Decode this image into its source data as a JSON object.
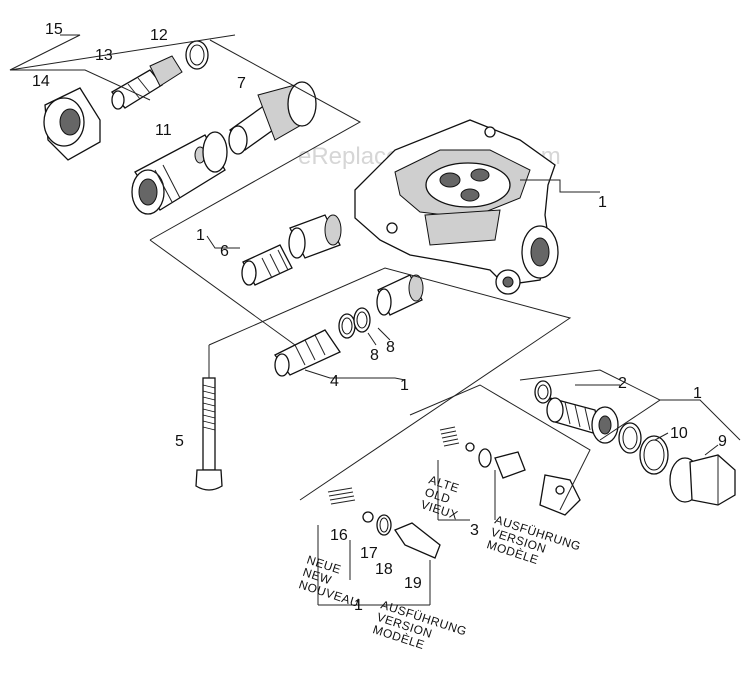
{
  "watermark": "eReplacementParts.com",
  "part_labels": {
    "p15": "15",
    "p12": "12",
    "p13": "13",
    "p14": "14",
    "p7": "7",
    "p11": "11",
    "p1a": "1",
    "p1b": "1",
    "p6": "6",
    "p8a": "8",
    "p8b": "8",
    "p4": "4",
    "p1c": "1",
    "p5": "5",
    "p2": "2",
    "p1d": "1",
    "p10": "10",
    "p9": "9",
    "p16": "16",
    "p17": "17",
    "p18": "18",
    "p19": "19",
    "p3": "3",
    "p1e": "1"
  },
  "old_version": {
    "variant_lines": [
      "ALTE",
      "OLD",
      "VIEUX"
    ],
    "version_lines": [
      "AUSFÜHRUNG",
      "VERSION",
      "MODÈLE"
    ]
  },
  "new_version": {
    "variant_lines": [
      "NEUE",
      "NEW",
      "NOUVEAU"
    ],
    "version_lines": [
      "AUSFÜHRUNG",
      "VERSION",
      "MODÈLE"
    ]
  }
}
